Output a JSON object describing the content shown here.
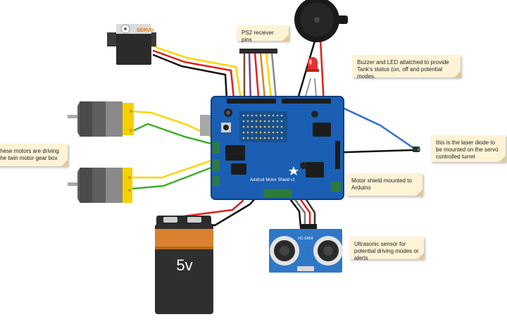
{
  "notes": {
    "ps2": "PS2 reciever pins",
    "buzzer": "Buzzer and LED attatched to provide Tank's status (on, off and potential modes.",
    "motors": "these motors are driving the twin motor gear box",
    "laser": "this is the laser diode to be mounted on the servo controlled turret",
    "shield": "Motor shield mounted to Arduino",
    "ultrasonic": "Ultrasonic sensor for potential driving modes or alerts"
  },
  "labels": {
    "servo": "SERVO",
    "battery": "5v",
    "shield_name": "Adafruit Motor Shield v1",
    "sensor_code": "HC-SR04"
  },
  "colors": {
    "shield": "#1a5fb4",
    "note_bg": "#fff3d6",
    "wire_yellow": "#ffd400",
    "wire_green": "#3fae2a",
    "wire_red": "#e0201b",
    "wire_black": "#111111",
    "wire_blue": "#2f6fd0",
    "wire_brown": "#7b4a26",
    "wire_purple": "#7b3fa0",
    "battery_orange": "#d9812e"
  },
  "icons": [
    "servo-icon",
    "buzzer-icon",
    "led-icon",
    "dc-motor-icon",
    "battery-icon",
    "ultrasonic-sensor-icon",
    "laser-diode-icon",
    "motor-shield-icon"
  ]
}
